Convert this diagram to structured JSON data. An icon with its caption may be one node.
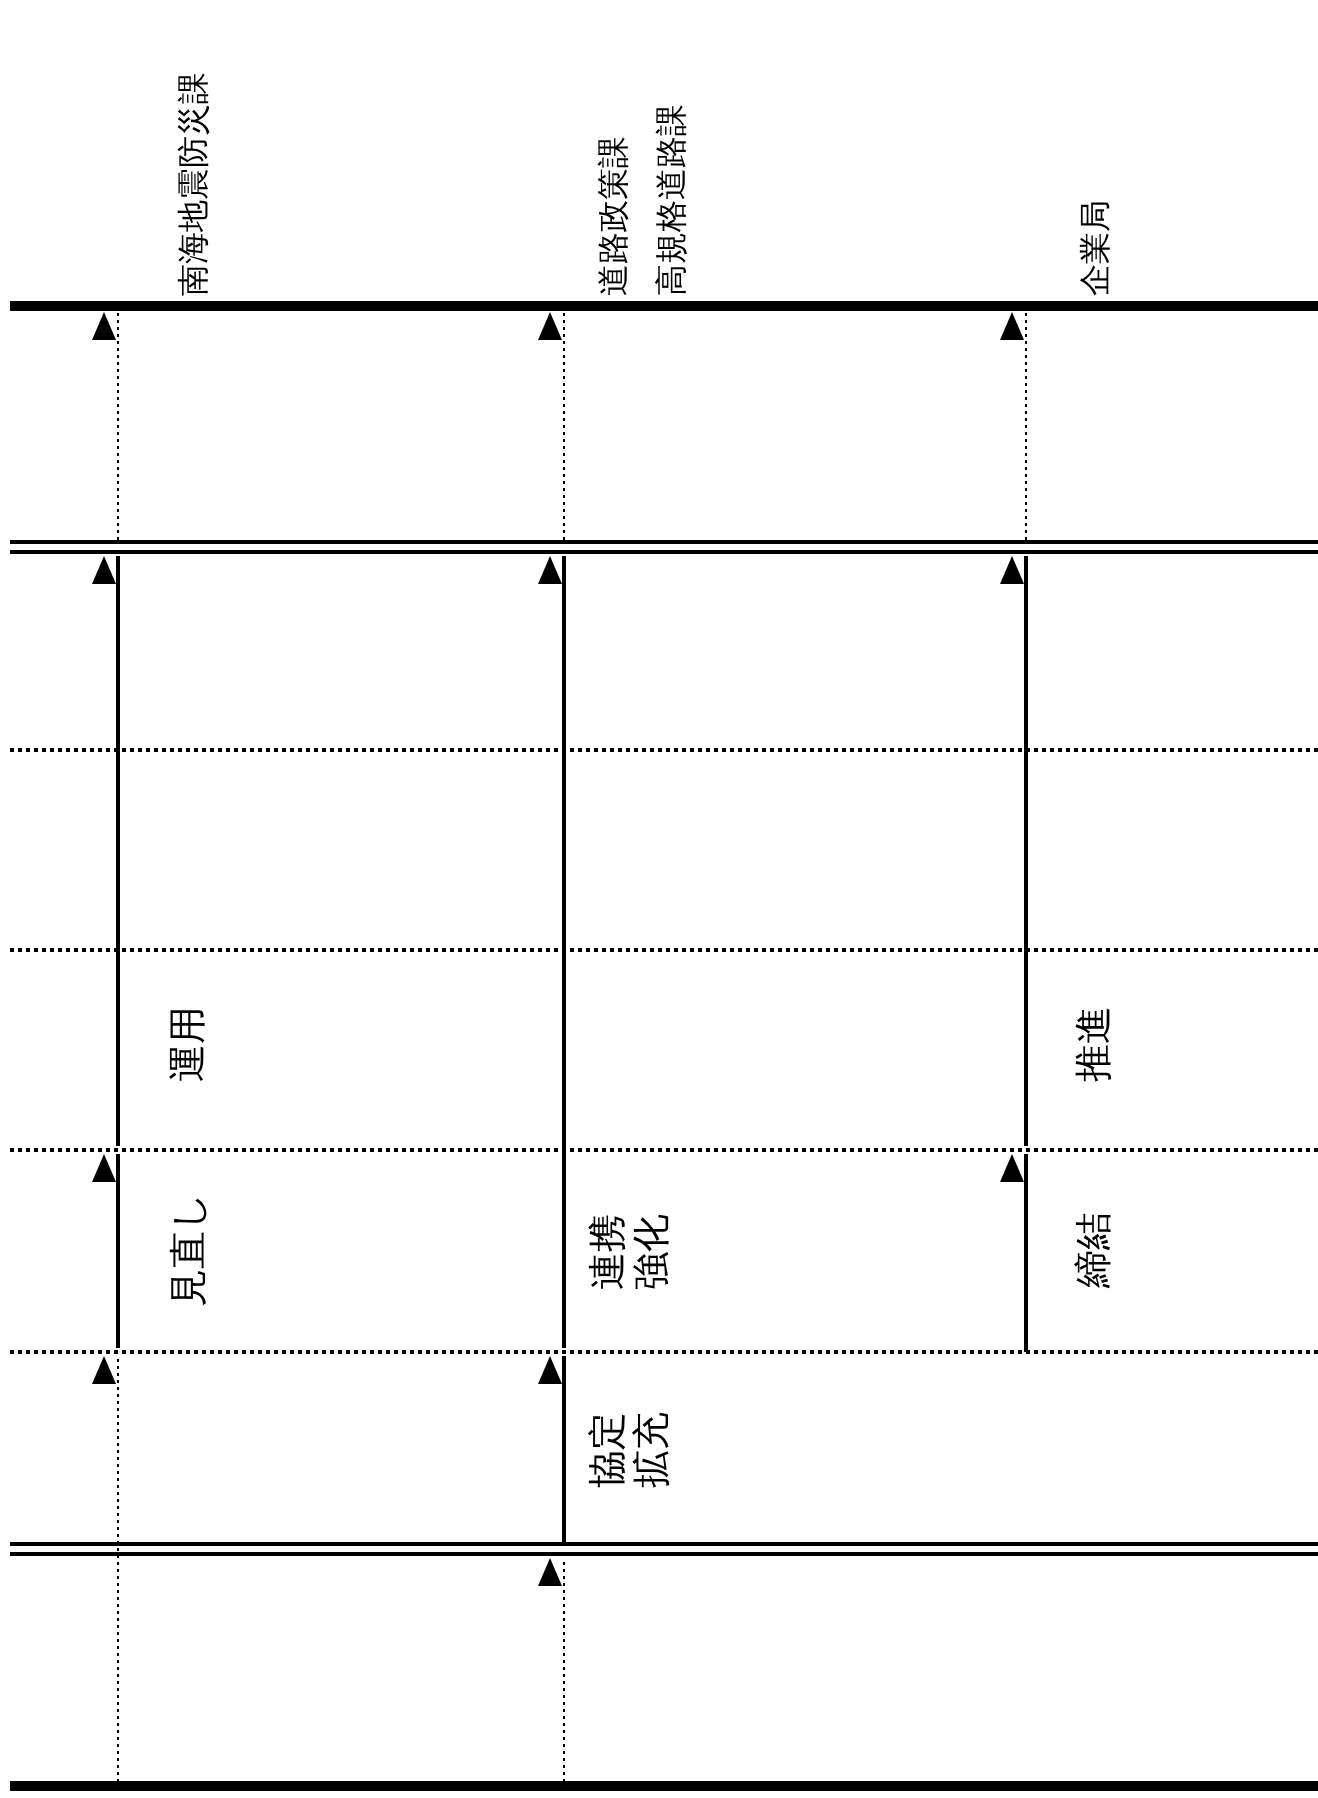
{
  "diagram": {
    "labels": [
      "南海地震防災課",
      "道路政策課",
      "高規格道路課",
      "企業局",
      "運用",
      "推進",
      "見直し",
      "連携強化",
      "締結",
      "協定拡充"
    ]
  }
}
